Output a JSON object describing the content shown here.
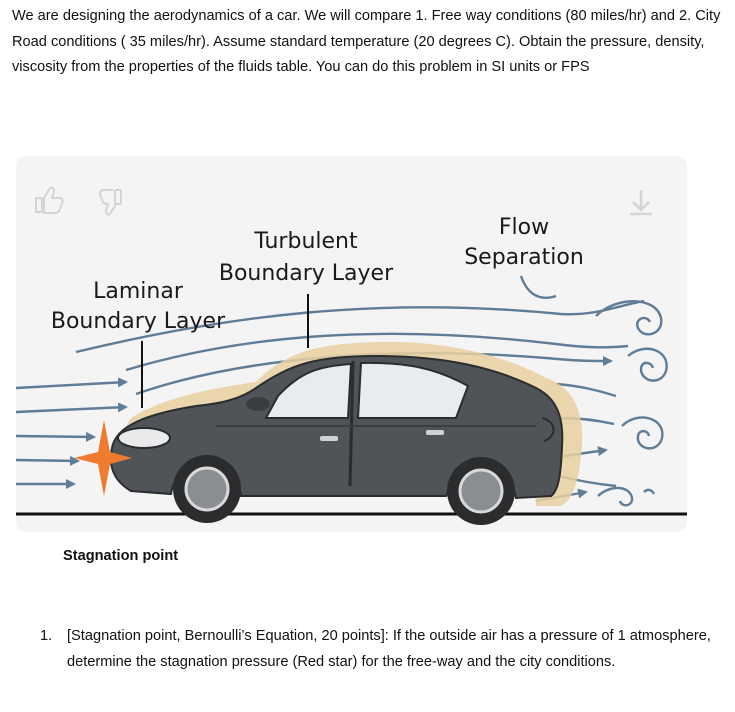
{
  "intro_text": "We are designing the aerodynamics of a car. We will compare 1. Free way conditions (80 miles/hr) and 2. City Road conditions ( 35 miles/hr). Assume standard temperature (20 degrees C). Obtain the pressure, density, viscosity from the properties of the fluids table. You can do this problem in SI units or FPS",
  "figure": {
    "label_laminar_1": "Laminar",
    "label_laminar_2": "Boundary Layer",
    "label_turbulent_1": "Turbulent",
    "label_turbulent_2": "Boundary Layer",
    "label_flow_1": "Flow",
    "label_flow_2": "Separation",
    "icons": [
      "thumbs-up-icon",
      "thumbs-down-icon",
      "download-icon"
    ],
    "colors": {
      "background": "#f4f4f4",
      "car_body": "#505458",
      "boundary_layer": "#e8cfa0",
      "streamline": "#5f7d96",
      "star": "#ef7b30"
    }
  },
  "stagnation_caption": "Stagnation point",
  "question": {
    "number": "1.",
    "text": "[Stagnation point, Bernoulli’s Equation, 20 points]:  If the outside air has a pressure of 1 atmosphere, determine the stagnation pressure (Red star) for the free-way and the city conditions."
  }
}
